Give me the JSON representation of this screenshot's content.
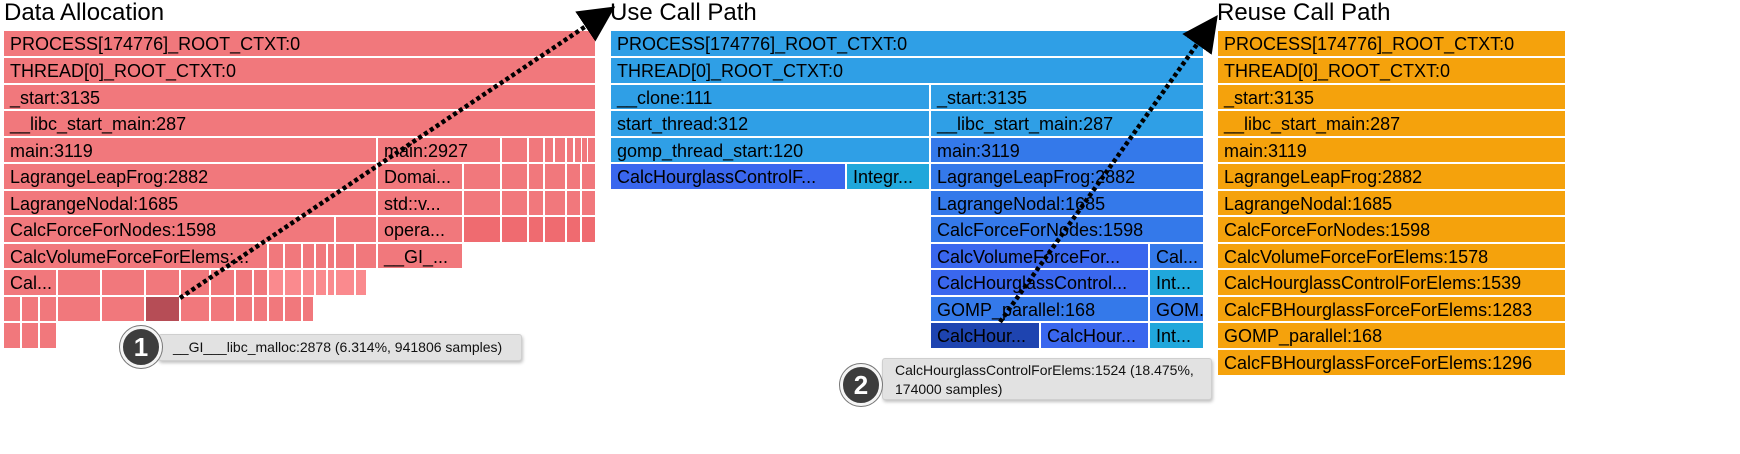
{
  "titles": {
    "data_allocation": "Data Allocation",
    "use_call_path": "Use Call Path",
    "reuse_call_path": "Reuse Call Path"
  },
  "allocation_frames": {
    "process": "PROCESS[174776]_ROOT_CTXT:0",
    "thread": "THREAD[0]_ROOT_CTXT:0",
    "start": "_start:3135",
    "libc_start_main": "__libc_start_main:287",
    "main_a": "main:3119",
    "main_b": "main:2927",
    "lagrange_leapfrog": "LagrangeLeapFrog:2882",
    "domain": "Domai...",
    "lagrange_nodal": "LagrangeNodal:1685",
    "std_v": "std::v...",
    "calc_force_nodes": "CalcForceForNodes:1598",
    "opera": "opera...",
    "calc_volume_force": "CalcVolumeForceForElems:...",
    "gi": "__GI_...",
    "cal": "Cal..."
  },
  "use_frames": {
    "process": "PROCESS[174776]_ROOT_CTXT:0",
    "thread": "THREAD[0]_ROOT_CTXT:0",
    "clone": "__clone:111",
    "start_thread": "start_thread:312",
    "gomp_thread_start": "gomp_thread_start:120",
    "calc_hourglass_control_f": "CalcHourglassControlF...",
    "integr": "Integr...",
    "start": "_start:3135",
    "libc_start_main": "__libc_start_main:287",
    "main": "main:3119",
    "lagrange_leapfrog": "LagrangeLeapFrog:2882",
    "lagrange_nodal": "LagrangeNodal:1685",
    "calc_force_nodes": "CalcForceForNodes:1598",
    "calc_volume_force": "CalcVolumeForceFor...",
    "cal": "Cal...",
    "calc_hourglass_control": "CalcHourglassControl...",
    "int1": "Int...",
    "gomp_parallel": "GOMP_parallel:168",
    "gom": "GOM...",
    "calc_hour_a": "CalcHour...",
    "calc_hour_b": "CalcHour...",
    "int2": "Int..."
  },
  "reuse_frames": [
    "PROCESS[174776]_ROOT_CTXT:0",
    "THREAD[0]_ROOT_CTXT:0",
    "_start:3135",
    "__libc_start_main:287",
    "main:3119",
    "LagrangeLeapFrog:2882",
    "LagrangeNodal:1685",
    "CalcForceForNodes:1598",
    "CalcVolumeForceForElems:1578",
    "CalcHourglassControlForElems:1539",
    "CalcFBHourglassForceForElems:1283",
    "GOMP_parallel:168",
    "CalcFBHourglassForceForElems:1296"
  ],
  "tooltips": {
    "one": "__GI___libc_malloc:2878 (6.314%, 941806 samples)",
    "two_line1": "CalcHourglassControlForElems:1524 (18.475%,",
    "two_line2": "174000 samples)"
  },
  "badges": {
    "one": "1",
    "two": "2"
  },
  "colors": {
    "allocation": "#f1787c",
    "allocation_selected": "#b64d56",
    "use": "#2f9fe6",
    "use_selected": "#1e44b0",
    "reuse": "#f5a20c"
  }
}
